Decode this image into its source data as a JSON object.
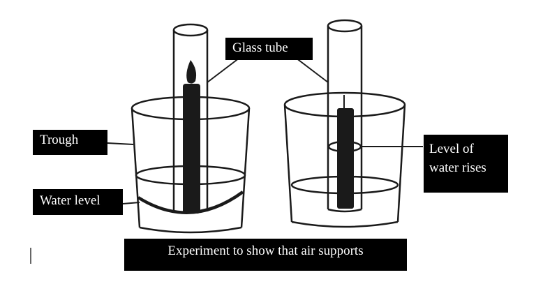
{
  "labels": {
    "glass_tube": "Glass tube",
    "trough": "Trough",
    "water_level": "Water level",
    "level_rises": "Level of water rises"
  },
  "caption": "Experiment to show that air supports",
  "colors": {
    "ink": "#1a1a1a",
    "label_bg": "#000000",
    "label_text": "#ffffff"
  }
}
